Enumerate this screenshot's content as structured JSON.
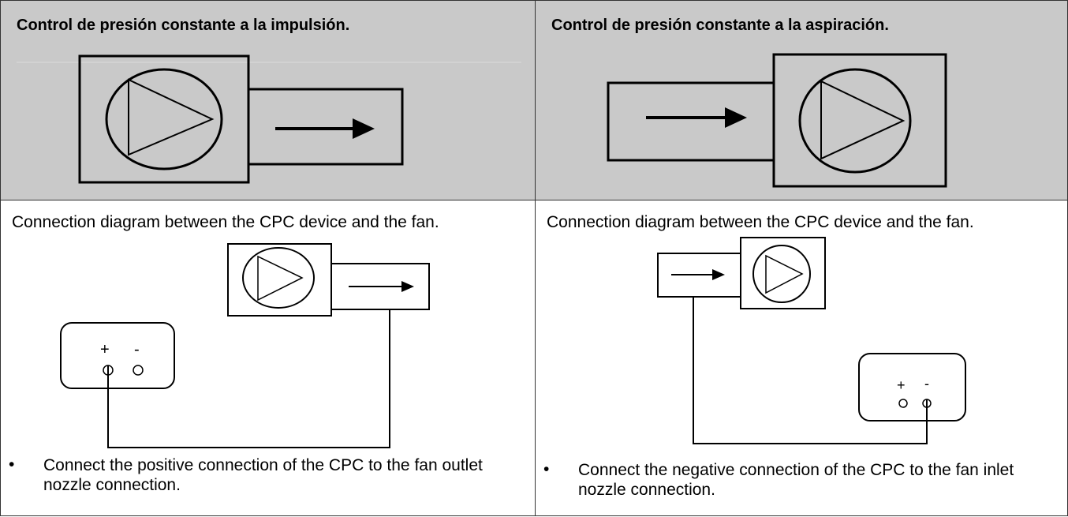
{
  "top_left": {
    "title": "Control de presión constante a la impulsión."
  },
  "top_right": {
    "title": "Control de presión constante a la aspiración."
  },
  "bottom_left": {
    "intro": "Connection diagram between the CPC device and the fan.",
    "plus": "+",
    "minus": "-",
    "bullet": "Connect the positive connection of the CPC to the fan outlet nozzle connection."
  },
  "bottom_right": {
    "intro": "Connection diagram between the CPC device and the fan.",
    "plus": "+",
    "minus": "-",
    "bullet": "Connect the negative connection of the CPC to the fan inlet nozzle connection."
  }
}
